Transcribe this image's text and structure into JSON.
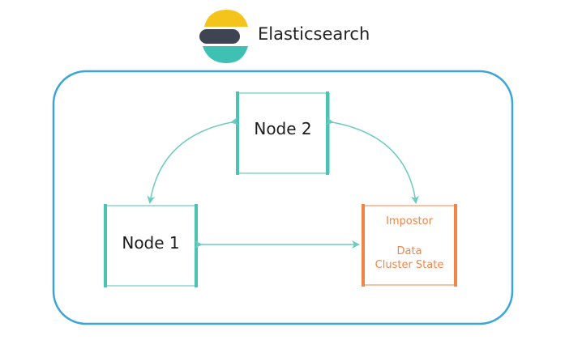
{
  "header": {
    "brand_name": "Elasticsearch",
    "logo": {
      "icon": "elasticsearch-logo",
      "colors": {
        "top": "#f4c41d",
        "middle": "#3f4452",
        "bottom": "#3ec1b3"
      }
    }
  },
  "cluster": {
    "border_color": "#3aa6d8"
  },
  "nodes": [
    {
      "id": "node2",
      "label": "Node 2",
      "color": "#4cc2b0"
    },
    {
      "id": "node1",
      "label": "Node 1",
      "color": "#4cc2b0"
    },
    {
      "id": "impostor",
      "title": "Impostor",
      "lines": [
        "Data",
        "Cluster State"
      ],
      "color": "#f0854a"
    }
  ],
  "edges": [
    {
      "from": "node2",
      "to": "node1",
      "bidirectional": true
    },
    {
      "from": "node2",
      "to": "impostor",
      "bidirectional": true
    },
    {
      "from": "node1",
      "to": "impostor",
      "bidirectional": true
    }
  ],
  "edge_color": "#6ccbbd"
}
